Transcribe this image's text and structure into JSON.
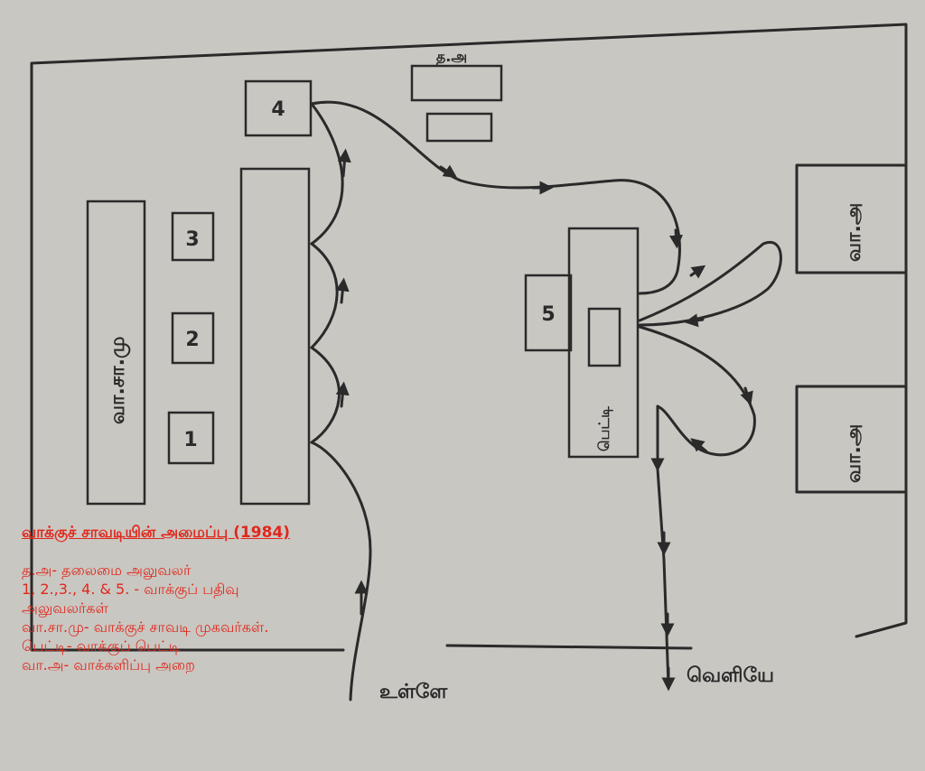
{
  "labels": {
    "thalaimai": "த.அ",
    "room_top": "வா.அ",
    "room_bottom": "வா.அ",
    "agents": "வா.சா.மு",
    "box": "பெட்டி",
    "entry": "உள்ளே",
    "exit": "வெளியே",
    "officers": [
      "1",
      "2",
      "3",
      "4",
      "5"
    ]
  },
  "legend": {
    "title": "வாக்குச் சாவடியின் அமைப்பு (1984)",
    "rows": [
      "த.அ- தலைமை அலுவலர்",
      "1, 2.,3., 4. & 5. - வாக்குப் பதிவு",
      "அலுவலர்கள்",
      "வா.சா.மு- வாக்குச் சாவடி முகவர்கள்.",
      "பெட்டி- வாக்குப் பெட்டி",
      "வா.அ- வாக்களிப்பு அறை"
    ]
  },
  "colors": {
    "ink": "#2a2a2a",
    "legend": "#e0281c",
    "paper": "#c9c7c2"
  }
}
